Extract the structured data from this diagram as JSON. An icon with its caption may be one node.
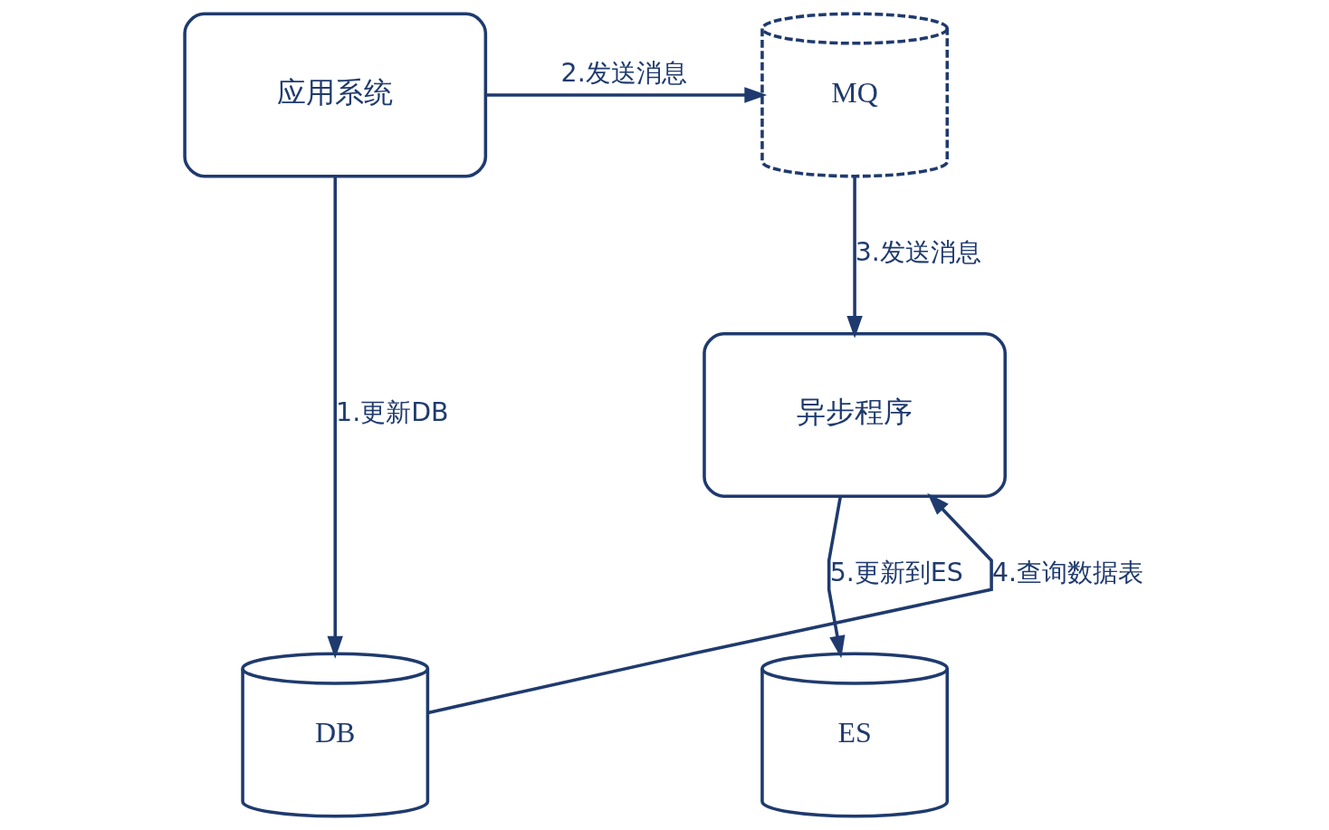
{
  "diagram": {
    "nodes": [
      {
        "text": [
          "应用系统"
        ]
      },
      {
        "text": [
          "MQ"
        ]
      },
      {
        "text": [
          "异步程序"
        ]
      },
      {
        "text": [
          "DB"
        ]
      },
      {
        "text": [
          "ES"
        ]
      }
    ],
    "edges": [
      {
        "from": 0,
        "to": 3,
        "arrow": "to",
        "label": "1.更新DB"
      },
      {
        "from": 0,
        "to": 1,
        "arrow": "to",
        "label": "2.发送消息"
      },
      {
        "from": 1,
        "to": 2,
        "arrow": "to",
        "label": "3.发送消息"
      },
      {
        "from": 3,
        "to": 2,
        "arrow": "to",
        "label": "4.查询数据表"
      },
      {
        "from": 2,
        "to": 4,
        "arrow": "to",
        "label": "5.更新到ES"
      }
    ]
  }
}
